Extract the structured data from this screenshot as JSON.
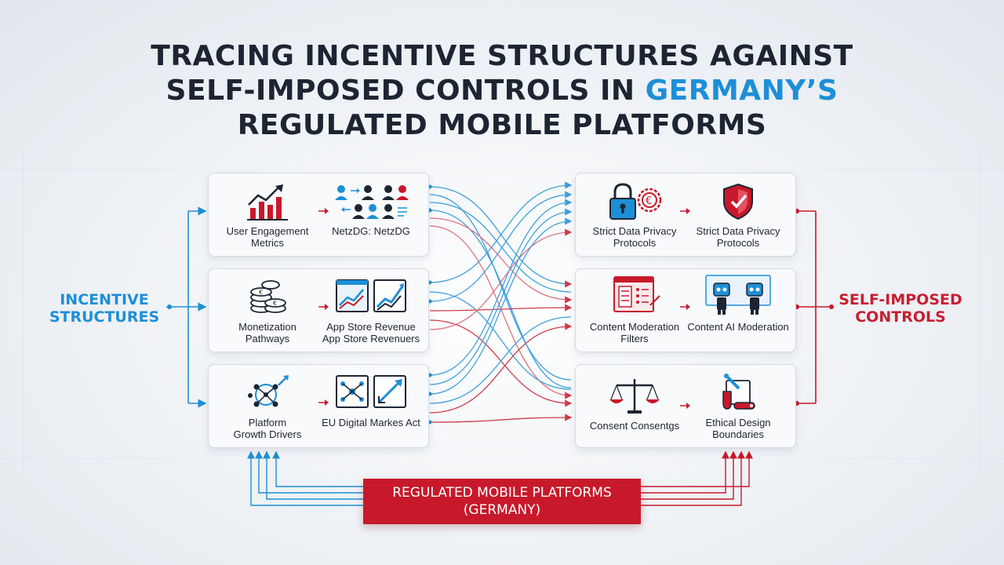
{
  "title": {
    "line1": "TRACING INCENTIVE STRUCTURES AGAINST",
    "line2_part1": "SELF-IMPOSED CONTROLS IN ",
    "line2_accent": "GERMANY’S",
    "line3": "REGULATED MOBILE PLATFORMS"
  },
  "left_label": "INCENTIVE\nSTRUCTURES",
  "right_label": "SELF-IMPOSED\nCONTROLS",
  "bottom_box": "REGULATED MOBILE PLATFORMS\n(GERMANY)",
  "incentive_cards": [
    {
      "left": "User Engagement\nMetrics",
      "right": "NetzDG: NetzDG",
      "left_icon": "rising-bar-chart-icon",
      "right_icon": "user-group-icon"
    },
    {
      "left": "Monetization\nPathways",
      "right": "App Store Revenue\nApp Store Revenuers",
      "left_icon": "coin-stack-icon",
      "right_icon": "revenue-chart-icon"
    },
    {
      "left": "Platform\nGrowth Drivers",
      "right": "EU Digital Markes Act",
      "left_icon": "network-growth-icon",
      "right_icon": "digital-act-icon"
    }
  ],
  "control_cards": [
    {
      "left": "Strict Data Privacy\nProtocols",
      "right": "Strict Data Privacy\nProtocols",
      "left_icon": "padlock-euro-icon",
      "right_icon": "shield-check-icon"
    },
    {
      "left": "Content Moderation\nFilters",
      "right": "Content AI Moderation",
      "left_icon": "moderation-filter-icon",
      "right_icon": "ai-robot-icon"
    },
    {
      "left": "Consent Consentgs",
      "right": "Ethical Design\nBoundaries",
      "left_icon": "balance-scale-icon",
      "right_icon": "design-tools-icon"
    }
  ],
  "colors": {
    "blue": "#1d8fd6",
    "red": "#c8192b",
    "text": "#1d2533"
  }
}
